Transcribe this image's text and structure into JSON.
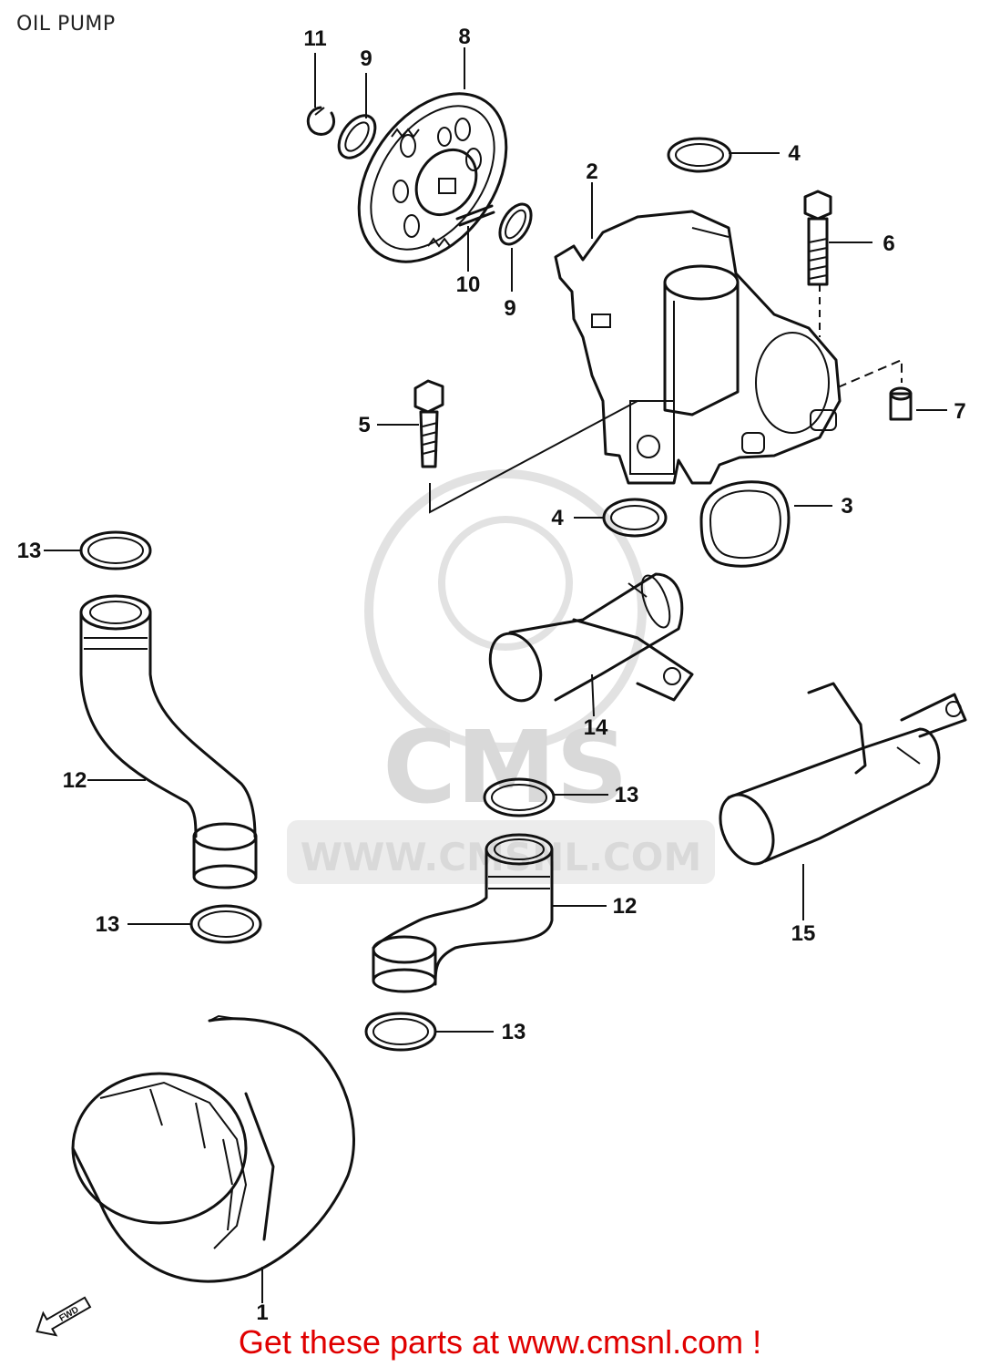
{
  "title": "OIL PUMP",
  "footer": "Get these parts at www.cmsnl.com !",
  "watermark": {
    "logo_text": "CMS",
    "url_text": "WWW.CMSNL.COM",
    "color": "#d9d9d9"
  },
  "fwd_badge": "FWD",
  "callouts": {
    "c1": "1",
    "c2": "2",
    "c3": "3",
    "c4a": "4",
    "c4b": "4",
    "c5": "5",
    "c6": "6",
    "c7": "7",
    "c8": "8",
    "c9a": "9",
    "c9b": "9",
    "c10": "10",
    "c11": "11",
    "c12a": "12",
    "c12b": "12",
    "c13a": "13",
    "c13b": "13",
    "c13c": "13",
    "c13d": "13",
    "c14": "14",
    "c15": "15"
  },
  "colors": {
    "footer": "#e00000",
    "lines": "#111111"
  }
}
